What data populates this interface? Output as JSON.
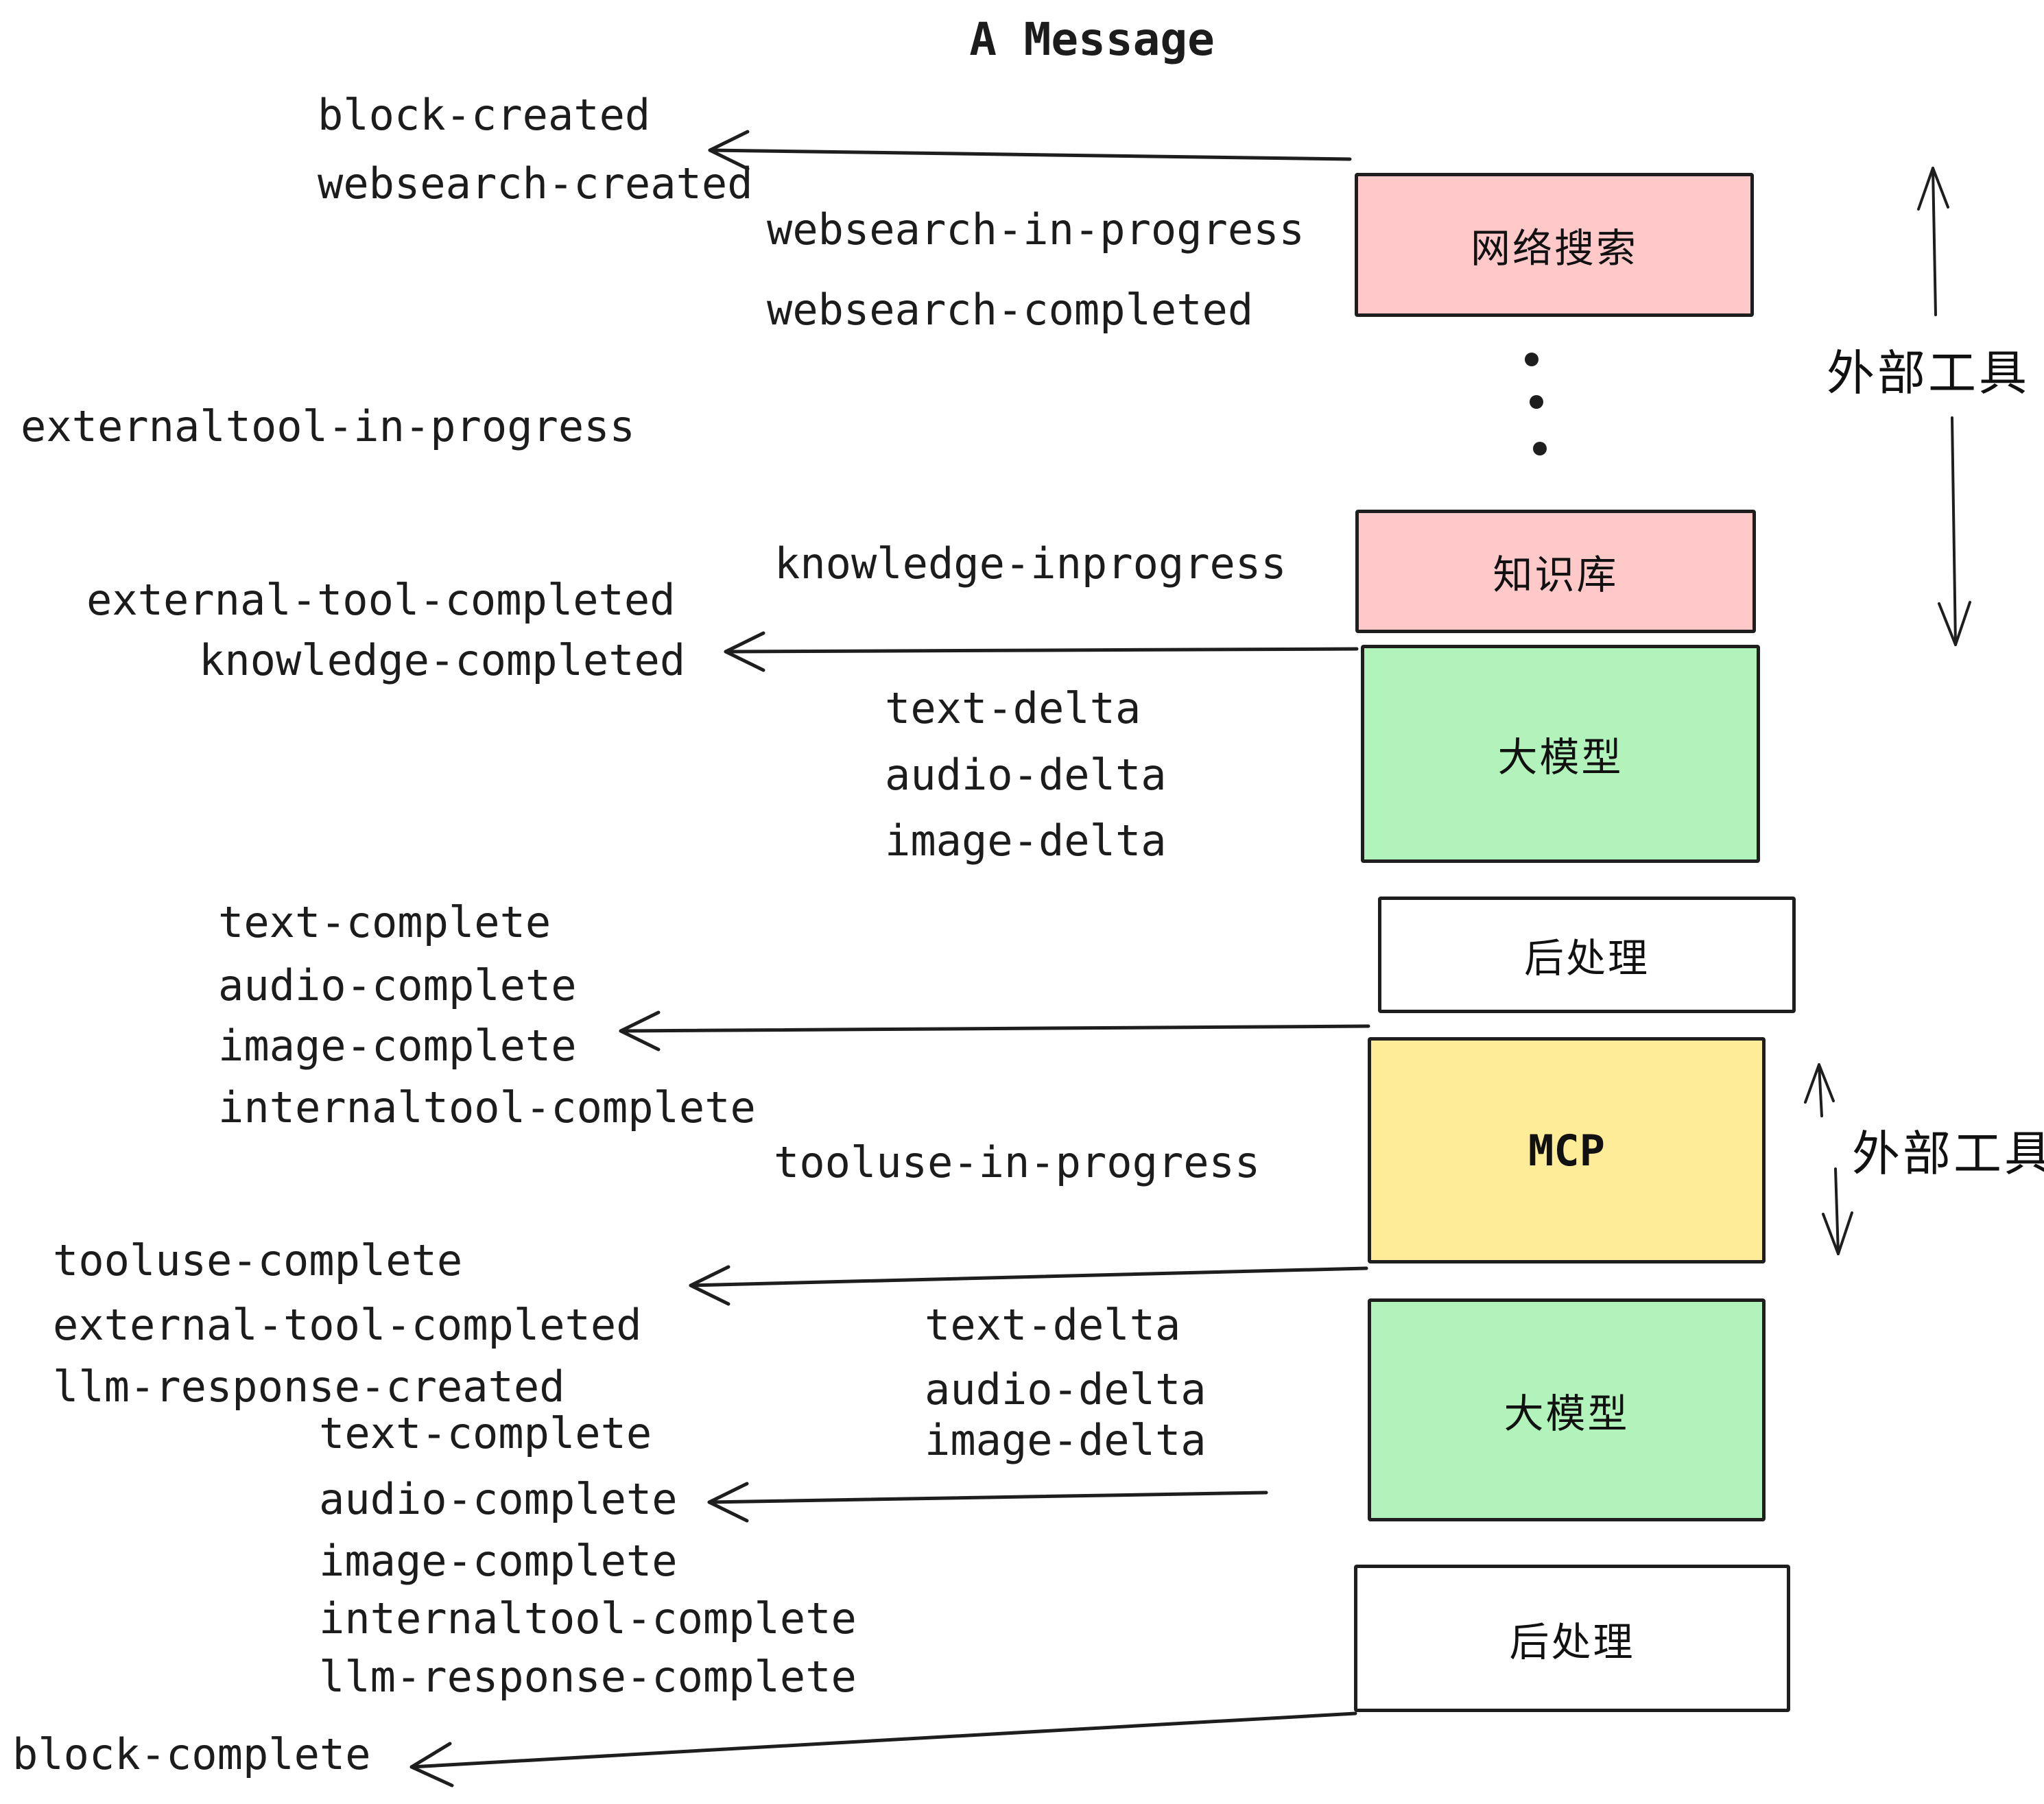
{
  "title": "A Message",
  "colors": {
    "box_pink": "#ffc9c9",
    "box_green": "#b2f2bb",
    "box_yellow": "#ffec99",
    "box_white": "#ffffff",
    "stroke": "#1e1e1e",
    "text": "#1c1c1c"
  },
  "events": [
    {
      "label": "block-created"
    },
    {
      "label": "websearch-created"
    },
    {
      "label": "websearch-in-progress"
    },
    {
      "label": "websearch-completed"
    },
    {
      "label": "externaltool-in-progress"
    },
    {
      "label": "knowledge-inprogress"
    },
    {
      "label": "external-tool-completed"
    },
    {
      "label": "knowledge-completed"
    },
    {
      "label": "text-delta"
    },
    {
      "label": "audio-delta"
    },
    {
      "label": "image-delta"
    },
    {
      "label": "text-complete"
    },
    {
      "label": "audio-complete"
    },
    {
      "label": "image-complete"
    },
    {
      "label": "internaltool-complete"
    },
    {
      "label": "tooluse-in-progress"
    },
    {
      "label": "tooluse-complete"
    },
    {
      "label": "external-tool-completed"
    },
    {
      "label": "llm-response-created"
    },
    {
      "label": "text-delta"
    },
    {
      "label": "audio-delta"
    },
    {
      "label": "image-delta"
    },
    {
      "label": "text-complete"
    },
    {
      "label": "audio-complete"
    },
    {
      "label": "image-complete"
    },
    {
      "label": "internaltool-complete"
    },
    {
      "label": "llm-response-complete"
    },
    {
      "label": "block-complete"
    }
  ],
  "boxes": [
    {
      "id": "websearch",
      "label": "网络搜索",
      "color": "#ffc9c9"
    },
    {
      "id": "knowledge",
      "label": "知识库",
      "color": "#ffc9c9"
    },
    {
      "id": "llm-1",
      "label": "大模型",
      "color": "#b2f2bb"
    },
    {
      "id": "post-1",
      "label": "后处理",
      "color": "#ffffff"
    },
    {
      "id": "mcp",
      "label": "MCP",
      "color": "#ffec99"
    },
    {
      "id": "llm-2",
      "label": "大模型",
      "color": "#b2f2bb"
    },
    {
      "id": "post-2",
      "label": "后处理",
      "color": "#ffffff"
    }
  ],
  "annotations": [
    {
      "label": "外部工具"
    },
    {
      "label": "外部工具"
    }
  ]
}
